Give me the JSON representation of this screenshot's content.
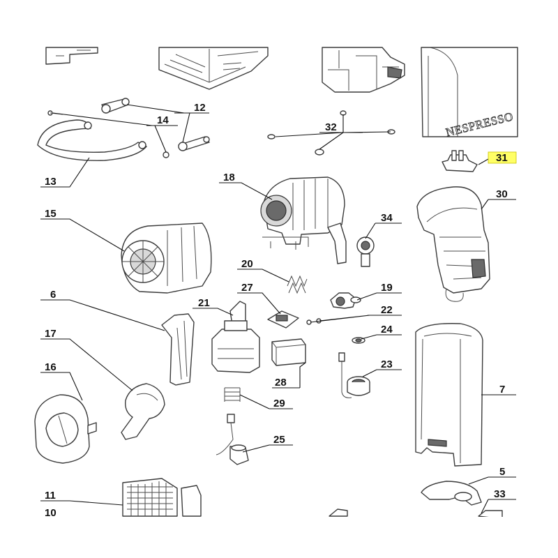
{
  "brand_text": "NESPRESSO",
  "highlight_color": "#ffff66",
  "callouts": [
    {
      "id": "c31",
      "text": "31",
      "highlighted": true
    },
    {
      "id": "c30",
      "text": "30"
    },
    {
      "id": "c32",
      "text": "32"
    },
    {
      "id": "c12",
      "text": "12"
    },
    {
      "id": "c14",
      "text": "14"
    },
    {
      "id": "c13",
      "text": "13"
    },
    {
      "id": "c18",
      "text": "18"
    },
    {
      "id": "c15",
      "text": "15"
    },
    {
      "id": "c34",
      "text": "34"
    },
    {
      "id": "c20",
      "text": "20"
    },
    {
      "id": "c27",
      "text": "27"
    },
    {
      "id": "c19",
      "text": "19"
    },
    {
      "id": "c6",
      "text": "6"
    },
    {
      "id": "c21",
      "text": "21"
    },
    {
      "id": "c22",
      "text": "22"
    },
    {
      "id": "c24",
      "text": "24"
    },
    {
      "id": "c17",
      "text": "17"
    },
    {
      "id": "c23",
      "text": "23"
    },
    {
      "id": "c7",
      "text": "7"
    },
    {
      "id": "c16",
      "text": "16"
    },
    {
      "id": "c28",
      "text": "28"
    },
    {
      "id": "c29",
      "text": "29"
    },
    {
      "id": "c25",
      "text": "25"
    },
    {
      "id": "c5",
      "text": "5"
    },
    {
      "id": "c11",
      "text": "11"
    },
    {
      "id": "c33",
      "text": "33"
    },
    {
      "id": "c10",
      "text": "10"
    }
  ]
}
